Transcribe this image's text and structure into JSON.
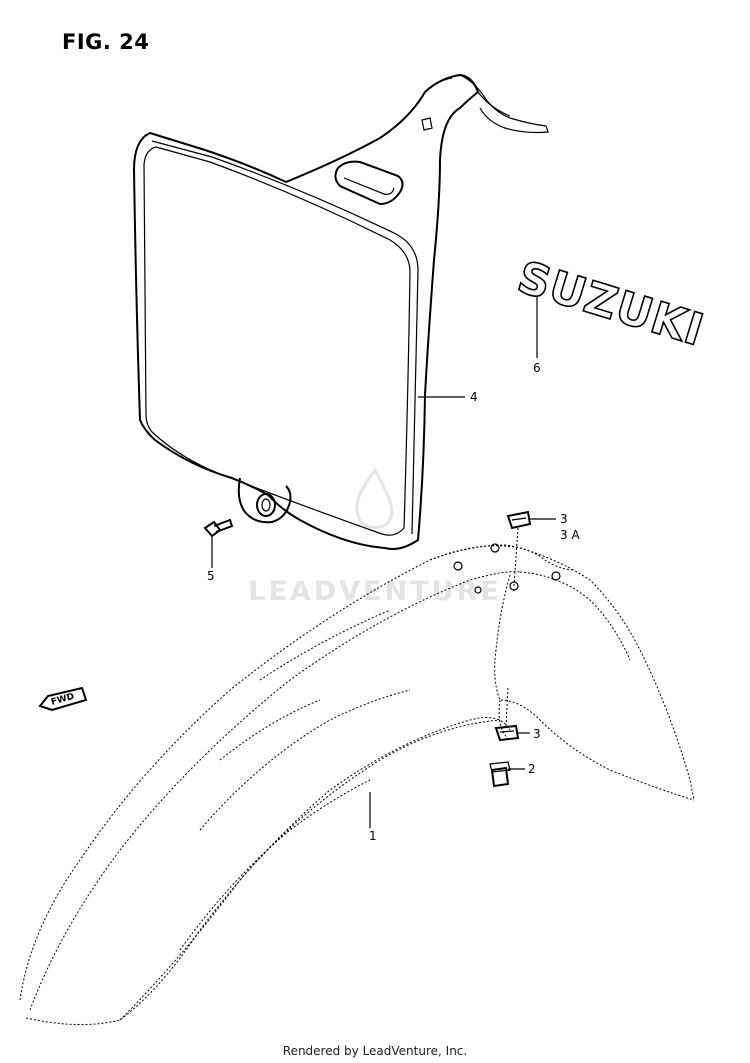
{
  "figure": {
    "title": "FIG. 24"
  },
  "watermark": {
    "text": "LEADVENTURE"
  },
  "emblem": {
    "text": "SUZUKI"
  },
  "direction_marker": {
    "text": "FWD"
  },
  "callouts": [
    {
      "id": "callout-1",
      "label": "1"
    },
    {
      "id": "callout-2",
      "label": "2"
    },
    {
      "id": "callout-3-top",
      "label": "3"
    },
    {
      "id": "callout-3a",
      "label": "3 A"
    },
    {
      "id": "callout-3-lower",
      "label": "3"
    },
    {
      "id": "callout-4",
      "label": "4"
    },
    {
      "id": "callout-5",
      "label": "5"
    },
    {
      "id": "callout-6",
      "label": "6"
    }
  ],
  "footer": {
    "text": "Rendered by LeadVenture, Inc."
  }
}
